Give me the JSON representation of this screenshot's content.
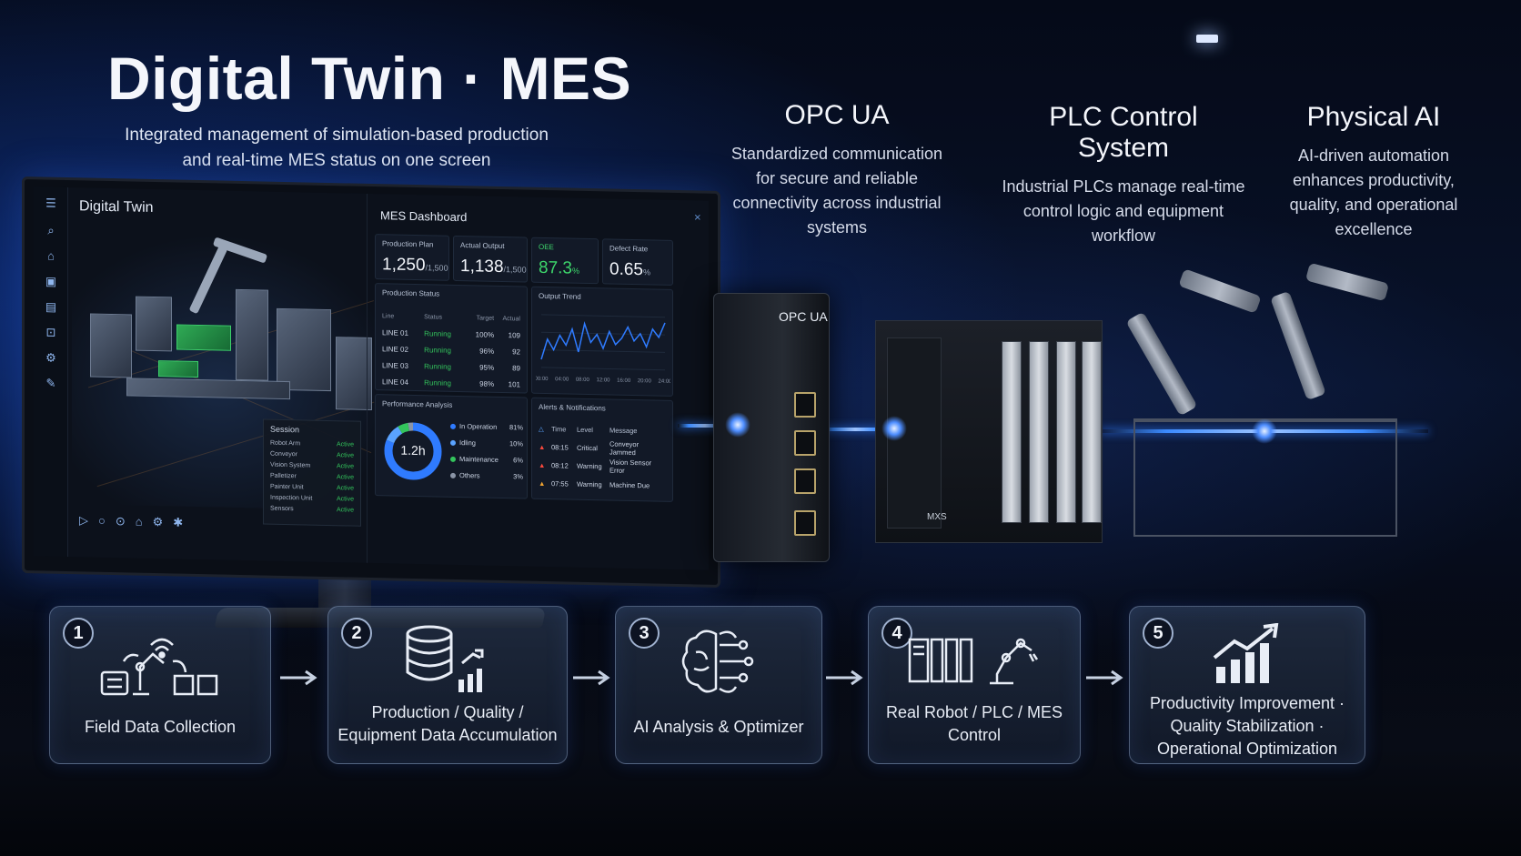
{
  "header": {
    "title": "Digital Twin · MES",
    "subtitle": "Integrated management of simulation-based production and real-time MES status on one screen"
  },
  "columns": [
    {
      "title": "OPC UA",
      "desc": "Standardized communication for secure and reliable connectivity across industrial systems"
    },
    {
      "title": "PLC Control System",
      "desc": "Industrial PLCs manage real-time control logic and equipment workflow"
    },
    {
      "title": "Physical AI",
      "desc": "AI-driven automation enhances productivity, quality, and operational excellence"
    }
  ],
  "monitor": {
    "digital_twin_title": "Digital Twin",
    "session": {
      "title": "Session",
      "items": [
        {
          "name": "Robot Arm",
          "status": "Active"
        },
        {
          "name": "Conveyor",
          "status": "Active"
        },
        {
          "name": "Vision System",
          "status": "Active"
        },
        {
          "name": "Palletizer",
          "status": "Active"
        },
        {
          "name": "Painter Unit",
          "status": "Active"
        },
        {
          "name": "Inspection Unit",
          "status": "Active"
        },
        {
          "name": "Sensors",
          "status": "Active"
        }
      ]
    },
    "mes": {
      "title": "MES Dashboard",
      "kpis": [
        {
          "label": "Production Plan",
          "value": "1,250",
          "suffix": "/1,500"
        },
        {
          "label": "Actual Output",
          "value": "1,138",
          "suffix": "/1,500"
        },
        {
          "label": "OEE",
          "value": "87.3",
          "suffix": "%"
        },
        {
          "label": "Defect Rate",
          "value": "0.65",
          "suffix": "%"
        }
      ],
      "production_status": {
        "title": "Production Status",
        "headers": [
          "Line",
          "Status",
          "Target",
          "Actual"
        ],
        "rows": [
          [
            "LINE 01",
            "Running",
            "100%",
            "109"
          ],
          [
            "LINE 02",
            "Running",
            "96%",
            "92"
          ],
          [
            "LINE 03",
            "Running",
            "95%",
            "89"
          ],
          [
            "LINE 04",
            "Running",
            "98%",
            "101"
          ]
        ]
      },
      "output_trend": {
        "title": "Output Trend",
        "x_labels": [
          "00:00",
          "04:00",
          "08:00",
          "12:00",
          "16:00",
          "20:00",
          "24:00"
        ],
        "values": [
          30,
          55,
          42,
          60,
          48,
          68,
          40,
          75,
          52,
          62,
          45,
          66,
          50,
          58,
          72,
          55,
          64,
          48,
          70,
          60,
          78
        ]
      },
      "performance": {
        "title": "Performance Analysis",
        "center_value": "1.2h",
        "items": [
          {
            "label": "In Operation",
            "value": "81%",
            "fraction": 0.81,
            "color": "#2f7bff"
          },
          {
            "label": "Idling",
            "value": "10%",
            "fraction": 0.1,
            "color": "#5aa3ff"
          },
          {
            "label": "Maintenance",
            "value": "6%",
            "fraction": 0.06,
            "color": "#33c45c"
          },
          {
            "label": "Others",
            "value": "3%",
            "fraction": 0.03,
            "color": "#8a94a6"
          }
        ]
      },
      "alerts": {
        "title": "Alerts & Notifications",
        "headers": [
          "Time",
          "Level",
          "Message"
        ],
        "rows": [
          {
            "time": "08:15",
            "level": "Critical",
            "message": "Conveyor Jammed",
            "color": "#ff4a3d"
          },
          {
            "time": "08:12",
            "level": "Warning",
            "message": "Vision Sensor Error",
            "color": "#ff4a3d"
          },
          {
            "time": "07:55",
            "level": "Warning",
            "message": "Machine Due",
            "color": "#f2a431"
          }
        ]
      }
    }
  },
  "hardware": {
    "opc_label": "OPC UA",
    "plc_brand": "MXS"
  },
  "steps": [
    {
      "number": "1",
      "label": "Field Data Collection"
    },
    {
      "number": "2",
      "label": "Production / Quality / Equipment Data Accumulation"
    },
    {
      "number": "3",
      "label": "AI Analysis & Optimizer"
    },
    {
      "number": "4",
      "label": "Real Robot / PLC / MES Control"
    },
    {
      "number": "5",
      "label": "Productivity Improvement · Quality Stabilization · Operational Optimization"
    }
  ],
  "colors": {
    "accent_blue": "#2f7bff",
    "running_green": "#33c45c",
    "critical_red": "#ff4a3d",
    "warning_orange": "#f2a431"
  }
}
